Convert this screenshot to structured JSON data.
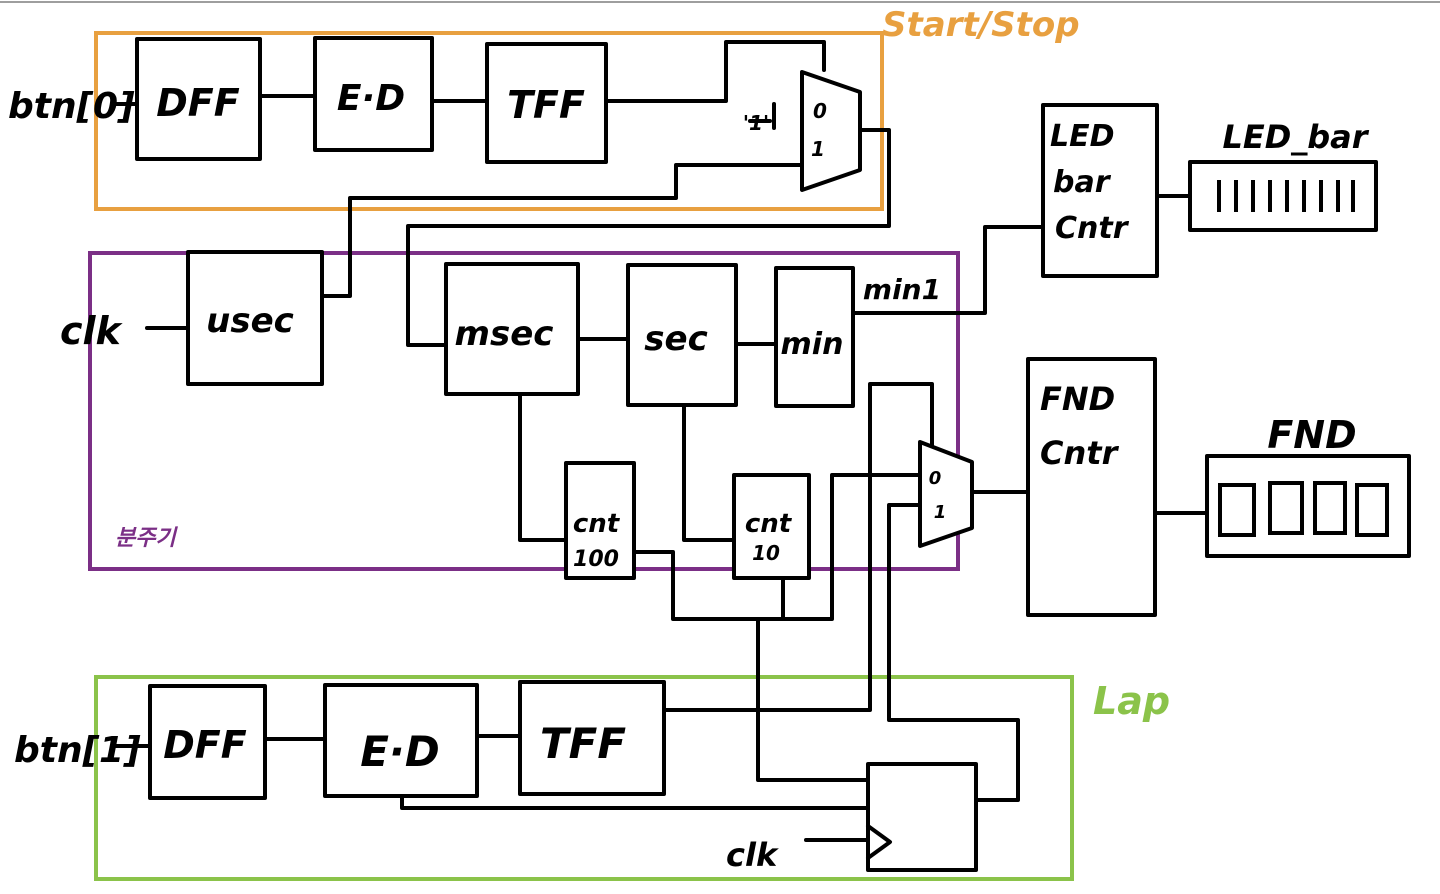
{
  "colors": {
    "start_stop": "#E8A040",
    "divider": "#7B2F86",
    "lap": "#8BC34A",
    "ink": "#000000"
  },
  "groups": {
    "start_stop": "Start/Stop",
    "divider": "분주기",
    "lap": "Lap"
  },
  "inputs": {
    "btn0": "btn[0]",
    "btn1": "btn[1]",
    "clk_top": "clk",
    "clk_bottom": "clk"
  },
  "blocks": {
    "dff_top": "DFF",
    "ed_top": "E·D",
    "tff_top": "TFF",
    "usec": "usec",
    "msec": "msec",
    "sec": "sec",
    "min": "min",
    "cnt100_a": "cnt",
    "cnt100_b": "100",
    "cnt10_a": "cnt",
    "cnt10_b": "10",
    "dff_bot": "DFF",
    "ed_bot": "E·D",
    "tff_bot": "TFF",
    "led_cntr_1": "LED",
    "led_cntr_2": "bar",
    "led_cntr_3": "Cntr",
    "fnd_cntr_1": "FND",
    "fnd_cntr_2": "Cntr"
  },
  "mux_top": {
    "in0": "0",
    "in1": "1",
    "const": "'1'"
  },
  "mux_mid": {
    "in0": "0",
    "in1": "1"
  },
  "signals": {
    "min1": "min1"
  },
  "outputs": {
    "led_bar": "LED_bar",
    "fnd": "FND"
  }
}
